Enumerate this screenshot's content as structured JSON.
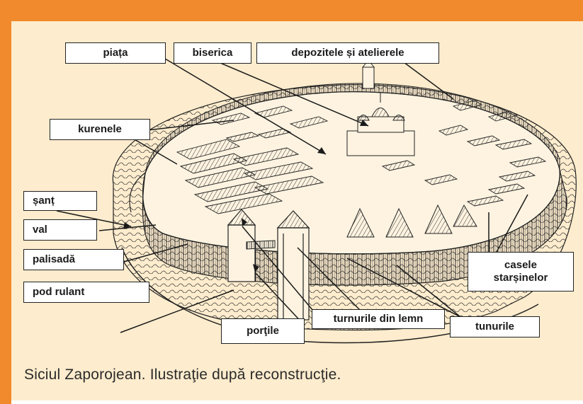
{
  "labels": {
    "piata": "piața",
    "biserica": "biserica",
    "depozitele": "depozitele și atelierele",
    "kurenele": "kurenele",
    "sant": "șanț",
    "val": "val",
    "palisada": "palisadă",
    "pod_rulant": "pod rulant",
    "portile": "porţile",
    "turnurile": "turnurile din lemn",
    "tunurile": "tunurile",
    "casele_line1": "casele",
    "casele_line2": "starșinelor"
  },
  "caption": "Siciul Zaporojean. Ilustraţie după reconstrucţie.",
  "colors": {
    "accent": "#f18a2c",
    "background": "#fdeccd",
    "ink": "#1a1a1a"
  }
}
